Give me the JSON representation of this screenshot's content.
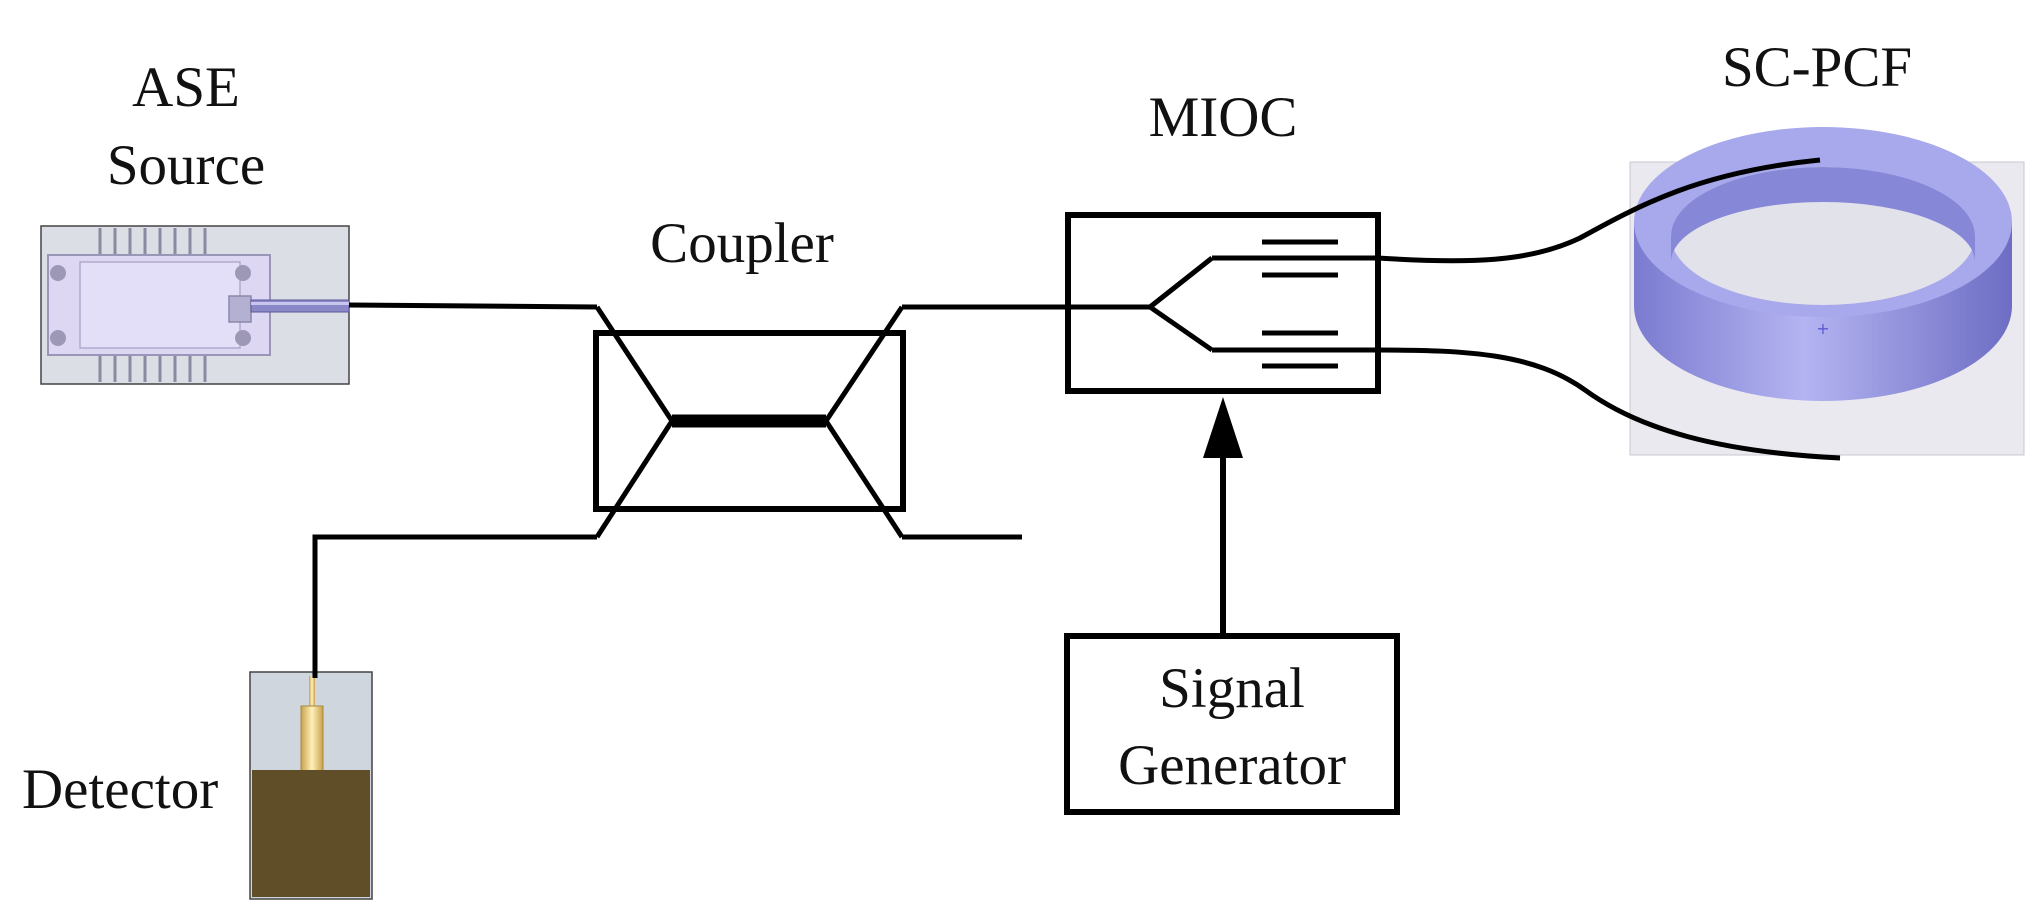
{
  "labels": {
    "ase_line1": "ASE",
    "ase_line2": "Source",
    "coupler": "Coupler",
    "mioc": "MIOC",
    "scpcf": "SC-PCF",
    "detector": "Detector",
    "signal_line1": "Signal",
    "signal_line2": "Generator"
  },
  "colors": {
    "line": "#000000",
    "ase_panel": "#dcdee6",
    "ase_body": "#ddd7f4",
    "coil_top": "#a8a8ec",
    "coil_side": "#8787d8",
    "coil_panel": "#e9e9ef",
    "detector_panel": "#cfd6de",
    "detector_body": "#5f4e28",
    "detector_pin": "#e8c878"
  },
  "icons": {
    "ase": "laser-module-icon",
    "detector": "photodetector-icon",
    "coil": "fiber-coil-icon"
  }
}
